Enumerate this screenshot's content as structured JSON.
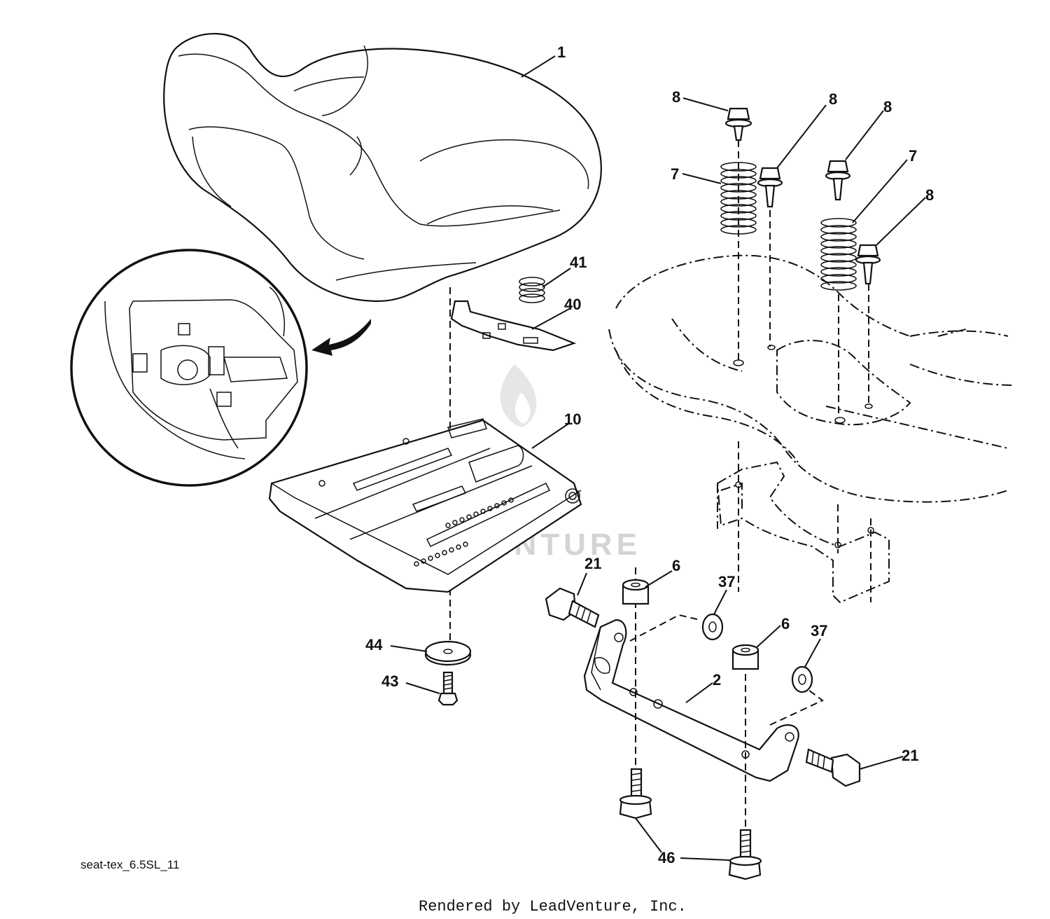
{
  "callouts": [
    "1",
    "8",
    "8",
    "8",
    "7",
    "7",
    "8",
    "41",
    "40",
    "10",
    "21",
    "6",
    "37",
    "6",
    "37",
    "44",
    "43",
    "2",
    "21",
    "46"
  ],
  "watermark": "LEADVENTURE",
  "source_id": "seat-tex_6.5SL_11",
  "footer": "Rendered by LeadVenture, Inc."
}
